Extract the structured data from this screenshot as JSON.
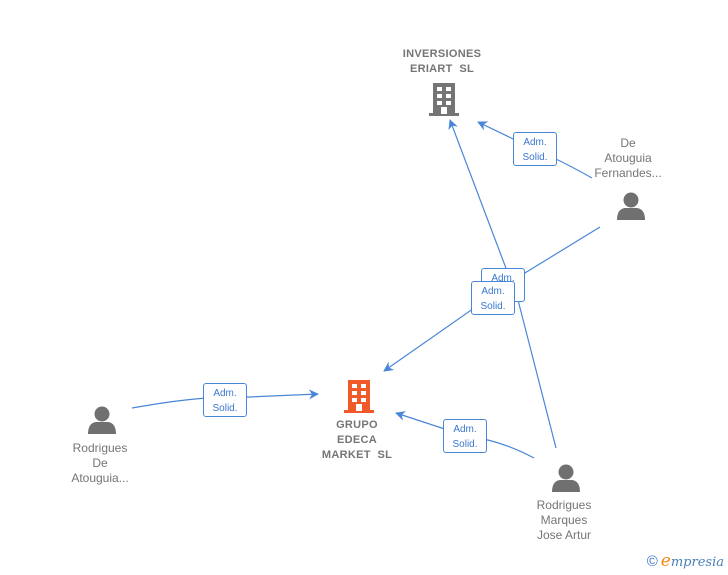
{
  "colors": {
    "edge": "#4a86d8",
    "node_text": "#757575",
    "company_icon": "#757575",
    "focus_company_icon": "#f05a28",
    "person_icon": "#707070"
  },
  "nodes": [
    {
      "id": "inversiones",
      "type": "company",
      "lines": [
        "INVERSIONES",
        "ERIART  SL"
      ],
      "icon": "building-icon",
      "focus": false
    },
    {
      "id": "grupo",
      "type": "company",
      "lines": [
        "GRUPO",
        "EDECA",
        "MARKET  SL"
      ],
      "icon": "building-icon",
      "focus": true
    },
    {
      "id": "de-atouguia",
      "type": "person",
      "lines": [
        "De",
        "Atouguia",
        "Fernandes..."
      ],
      "icon": "person-icon"
    },
    {
      "id": "rodrigues-de",
      "type": "person",
      "lines": [
        "Rodrigues",
        "De",
        "Atouguia..."
      ],
      "icon": "person-icon"
    },
    {
      "id": "rodrigues-marques",
      "type": "person",
      "lines": [
        "Rodrigues",
        "Marques",
        "Jose Artur"
      ],
      "icon": "person-icon"
    }
  ],
  "edges": [
    {
      "from": "de-atouguia",
      "to": "inversiones",
      "label": [
        "Adm.",
        "Solid."
      ]
    },
    {
      "from": "rodrigues-marques",
      "to": "inversiones",
      "label": [
        "Adm.",
        "Solid."
      ]
    },
    {
      "from": "de-atouguia",
      "to": "grupo",
      "label": [
        "Adm.",
        "Solid."
      ]
    },
    {
      "from": "rodrigues-de",
      "to": "grupo",
      "label": [
        "Adm.",
        "Solid."
      ]
    },
    {
      "from": "rodrigues-marques",
      "to": "grupo",
      "label": [
        "Adm.",
        "Solid."
      ]
    }
  ],
  "footer": {
    "copyright": "©",
    "brand_initial": "e",
    "brand_rest": "mpresia"
  }
}
